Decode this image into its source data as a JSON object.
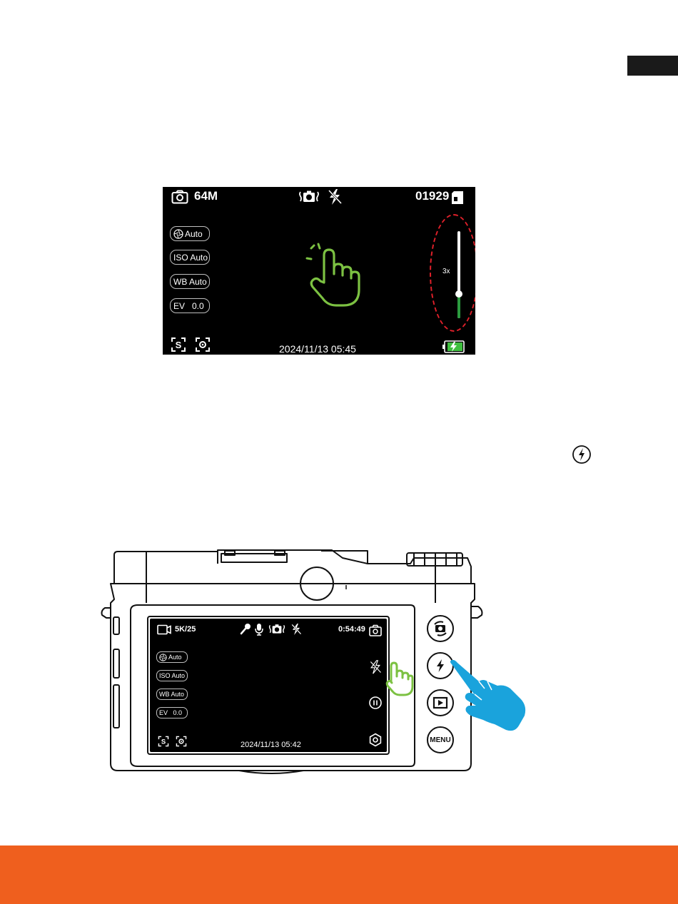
{
  "colors": {
    "footer": "#ef5f1e",
    "tab_marker": "#1a1a1a",
    "highlight": "#e0202a",
    "zoom_fill": "#2b9b3f",
    "hand_green": "#7cc142",
    "hand_blue": "#1aa3dc"
  },
  "screen1": {
    "resolution": "64M",
    "shot_count": "01929",
    "pills": [
      {
        "label": "Auto",
        "icon": "aperture-icon"
      },
      {
        "label": "ISO Auto"
      },
      {
        "label": "WB Auto"
      },
      {
        "label": "EV   0.0"
      }
    ],
    "zoom_label": "3x",
    "zoom_level_percent": 28,
    "datetime": "2024/11/13 05:45"
  },
  "screen2": {
    "resolution": "5K/25",
    "timer": "0:54:49",
    "pills": [
      {
        "label": "Auto",
        "icon": "aperture-icon"
      },
      {
        "label": "ISO Auto"
      },
      {
        "label": "WB Auto"
      },
      {
        "label": "EV   0.0"
      }
    ],
    "datetime": "2024/11/13 05:42"
  },
  "buttons": {
    "menu_label": "MENU"
  }
}
